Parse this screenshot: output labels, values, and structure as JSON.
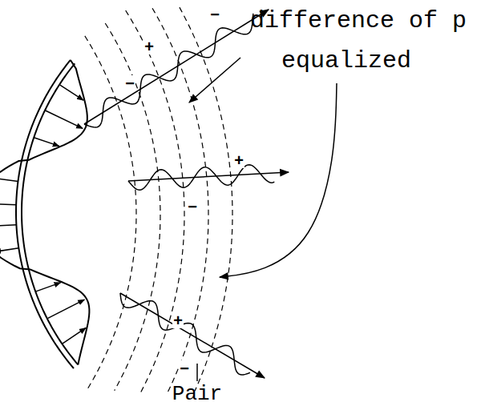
{
  "diagram": {
    "labels": [
      "difference of p",
      "equalized",
      "−",
      "+",
      "−",
      "+",
      "−",
      "+",
      "−",
      "Pair"
    ]
  }
}
